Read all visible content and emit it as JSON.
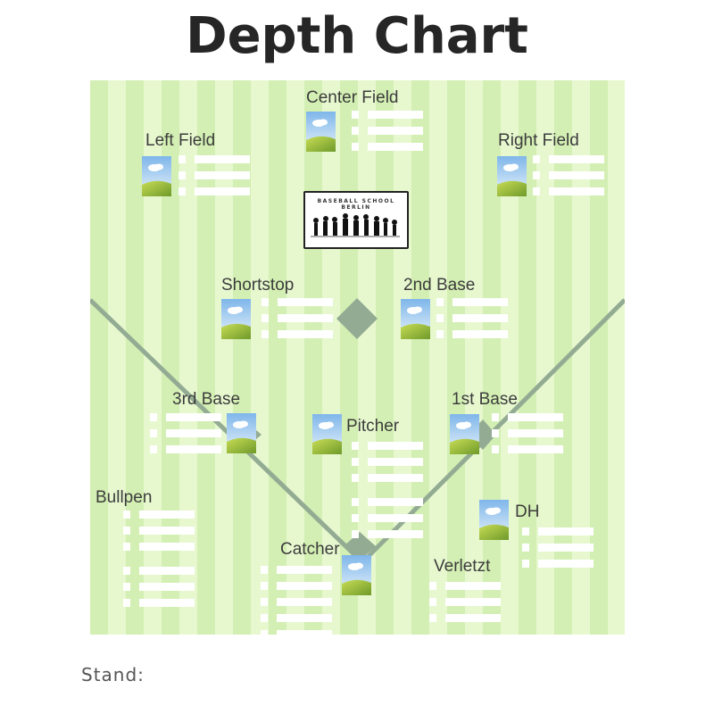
{
  "page": {
    "title": "Depth Chart",
    "stand_label": "Stand:",
    "stand_value": ""
  },
  "logo": {
    "line1": "BASEBALL SCHOOL",
    "line2": "BERLIN"
  },
  "positions": [
    {
      "id": "center-field",
      "label": "Center Field",
      "slots": 3
    },
    {
      "id": "left-field",
      "label": "Left Field",
      "slots": 3
    },
    {
      "id": "right-field",
      "label": "Right Field",
      "slots": 3
    },
    {
      "id": "shortstop",
      "label": "Shortstop",
      "slots": 3
    },
    {
      "id": "2nd-base",
      "label": "2nd Base",
      "slots": 3
    },
    {
      "id": "3rd-base",
      "label": "3rd Base",
      "slots": 3
    },
    {
      "id": "pitcher",
      "label": "Pitcher",
      "slots": 6
    },
    {
      "id": "1st-base",
      "label": "1st Base",
      "slots": 3
    },
    {
      "id": "bullpen",
      "label": "Bullpen",
      "slots": 6
    },
    {
      "id": "dh",
      "label": "DH",
      "slots": 3
    },
    {
      "id": "catcher",
      "label": "Catcher",
      "slots": 5
    },
    {
      "id": "verletzt",
      "label": "Verletzt",
      "slots": 3
    }
  ],
  "colors": {
    "field_stripe_dark": "#d3efb3",
    "field_stripe_light": "#e7f8cf",
    "baseline": "#93ab93"
  },
  "icons": {
    "photo": "player-photo-placeholder-icon",
    "bullet": "slot-bullet-icon",
    "base": "base-diamond-icon"
  }
}
